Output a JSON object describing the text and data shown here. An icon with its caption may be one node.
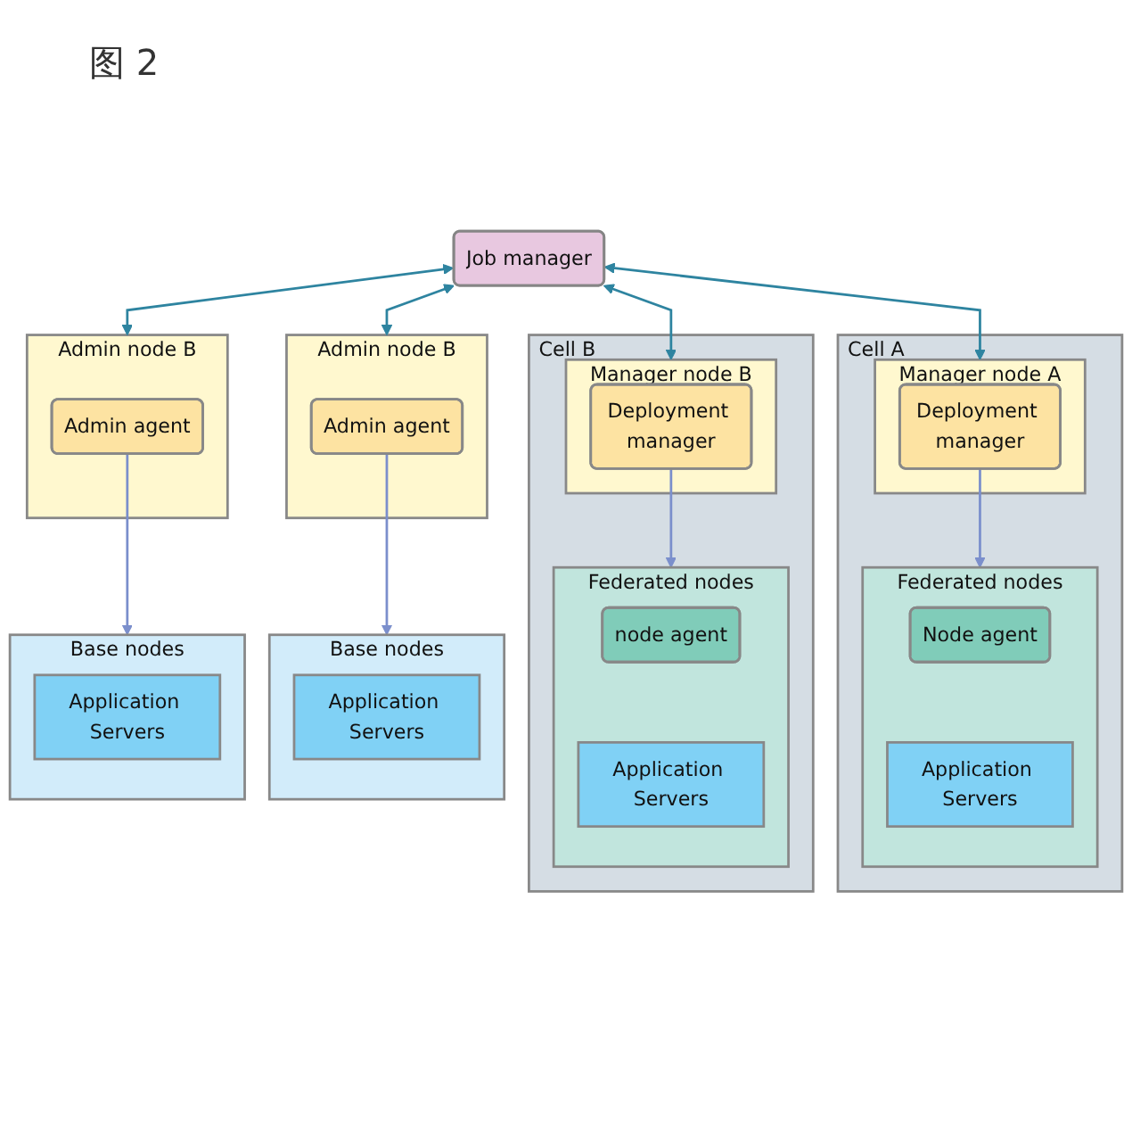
{
  "diagram": {
    "nodes": [
      {
        "text": [
          "Job manager"
        ]
      },
      {
        "text": [
          "Admin node B"
        ]
      },
      {
        "text": [
          "Admin agent"
        ],
        "in": 1
      },
      {
        "text": [
          "Admin node B"
        ]
      },
      {
        "text": [
          "Admin agent"
        ],
        "in": 3
      },
      {
        "text": [
          "Cell A"
        ]
      },
      {
        "text": [
          "Manager node A"
        ],
        "in": 5
      },
      {
        "text": [
          "Deployment manager"
        ],
        "in": 6
      },
      {
        "text": [
          "Cell B"
        ]
      },
      {
        "text": [
          "Manager node B"
        ],
        "in": 8
      },
      {
        "text": [
          "Deployment manager"
        ],
        "in": 9
      },
      {
        "text": [
          "Base nodes"
        ]
      },
      {
        "text": [
          "Application Servers"
        ],
        "in": 11
      },
      {
        "text": [
          "Base nodes"
        ]
      },
      {
        "text": [
          "Application Servers"
        ],
        "in": 13
      },
      {
        "text": [
          "Federated nodes"
        ],
        "in": 5
      },
      {
        "text": [
          "Node agent"
        ],
        "in": 15
      },
      {
        "text": [
          "Application Servers"
        ],
        "in": 15
      },
      {
        "text": [
          "Federated nodes"
        ],
        "in": 8
      },
      {
        "text": [
          "node agent"
        ],
        "in": 18
      },
      {
        "text": [
          "Application Servers"
        ],
        "in": 18
      }
    ],
    "edges": [
      {
        "from": 0,
        "to": 1,
        "arrow": "both",
        "color": "#2e84a0"
      },
      {
        "from": 0,
        "to": 3,
        "arrow": "both",
        "color": "#2e84a0"
      },
      {
        "from": 0,
        "to": 6,
        "arrow": "both",
        "color": "#2e84a0"
      },
      {
        "from": 0,
        "to": 9,
        "arrow": "both",
        "color": "#2e84a0"
      },
      {
        "from": 2,
        "to": 11,
        "arrow": "to",
        "color": "#7b8fcc"
      },
      {
        "from": 4,
        "to": 13,
        "arrow": "to",
        "color": "#7b8fcc"
      },
      {
        "from": 7,
        "to": 15,
        "arrow": "to",
        "color": "#7b8fcc"
      },
      {
        "from": 10,
        "to": 18,
        "arrow": "to",
        "color": "#7b8fcc"
      }
    ],
    "labels": [
      "图 2"
    ]
  }
}
